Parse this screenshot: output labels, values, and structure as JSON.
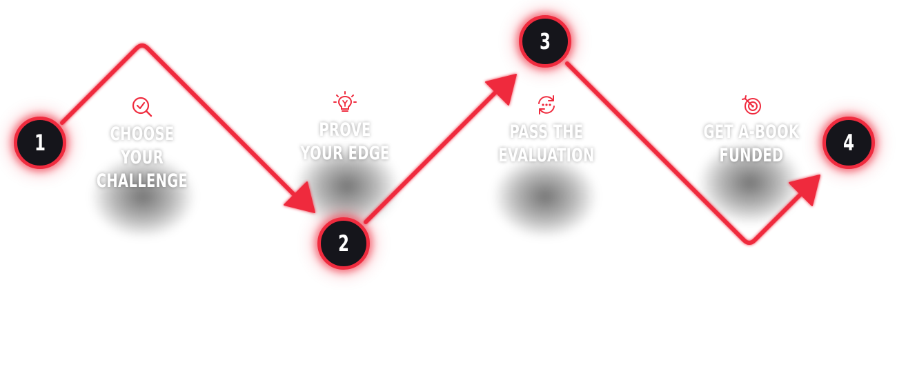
{
  "colors": {
    "accent": "#ef2b3e",
    "node_fill": "#15151b",
    "text": "#ffffff"
  },
  "steps": [
    {
      "number": "1",
      "line1": "CHOOSE YOUR",
      "line2": "CHALLENGE",
      "icon": "search-check-icon"
    },
    {
      "number": "2",
      "line1": "PROVE",
      "line2": "YOUR EDGE",
      "icon": "lightbulb-icon"
    },
    {
      "number": "3",
      "line1": "PASS THE",
      "line2": "EVALUATION",
      "icon": "refresh-dots-icon"
    },
    {
      "number": "4",
      "line1": "GET A-BOOK",
      "line2": "FUNDED",
      "icon": "target-arrow-icon"
    }
  ]
}
